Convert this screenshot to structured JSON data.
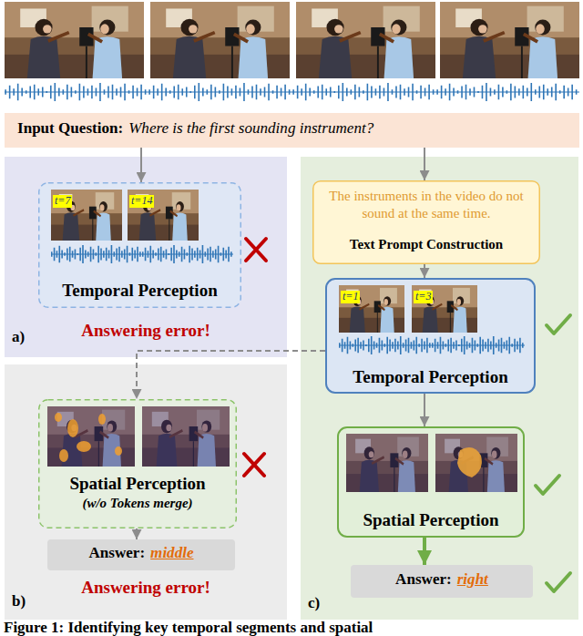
{
  "diagram": {
    "caption": "Figure 1: Identifying key temporal segments and spatial",
    "nodes": [
      {
        "text": [
          "Input Question:",
          "Where is the first sounding instrument?"
        ]
      },
      {
        "text": [
          "a)",
          "Answering error!"
        ]
      },
      {
        "text": [
          "Temporal Perception"
        ],
        "in": 1
      },
      {
        "text": [
          "b)",
          "Answering error!"
        ]
      },
      {
        "text": [
          "Spatial Perception",
          "(w/o Tokens merge)"
        ],
        "in": 3
      },
      {
        "text": [
          "Answer:",
          "middle"
        ],
        "in": 3
      },
      {
        "text": [
          "c)"
        ]
      },
      {
        "text": [
          "The instruments in the video do not sound at the same time.",
          "Text Prompt Construction"
        ],
        "in": 6
      },
      {
        "text": [
          "Temporal Perception"
        ],
        "in": 6
      },
      {
        "text": [
          "Spatial Perception"
        ],
        "in": 6
      },
      {
        "text": [
          "Answer:",
          "right"
        ],
        "in": 6
      }
    ],
    "edges": [
      {
        "from": 0,
        "to": 2,
        "arrow": "to"
      },
      {
        "from": 0,
        "to": 7,
        "arrow": "to"
      },
      {
        "from": 7,
        "to": 8,
        "arrow": "to"
      },
      {
        "from": 8,
        "to": 9,
        "arrow": "to"
      },
      {
        "from": 9,
        "to": 10,
        "arrow": "to"
      },
      {
        "from": 8,
        "to": 4,
        "arrow": "to"
      },
      {
        "from": 4,
        "to": 5,
        "arrow": "to"
      }
    ],
    "labels": [
      "t=7",
      "t=14",
      "t=1",
      "t=3"
    ]
  }
}
